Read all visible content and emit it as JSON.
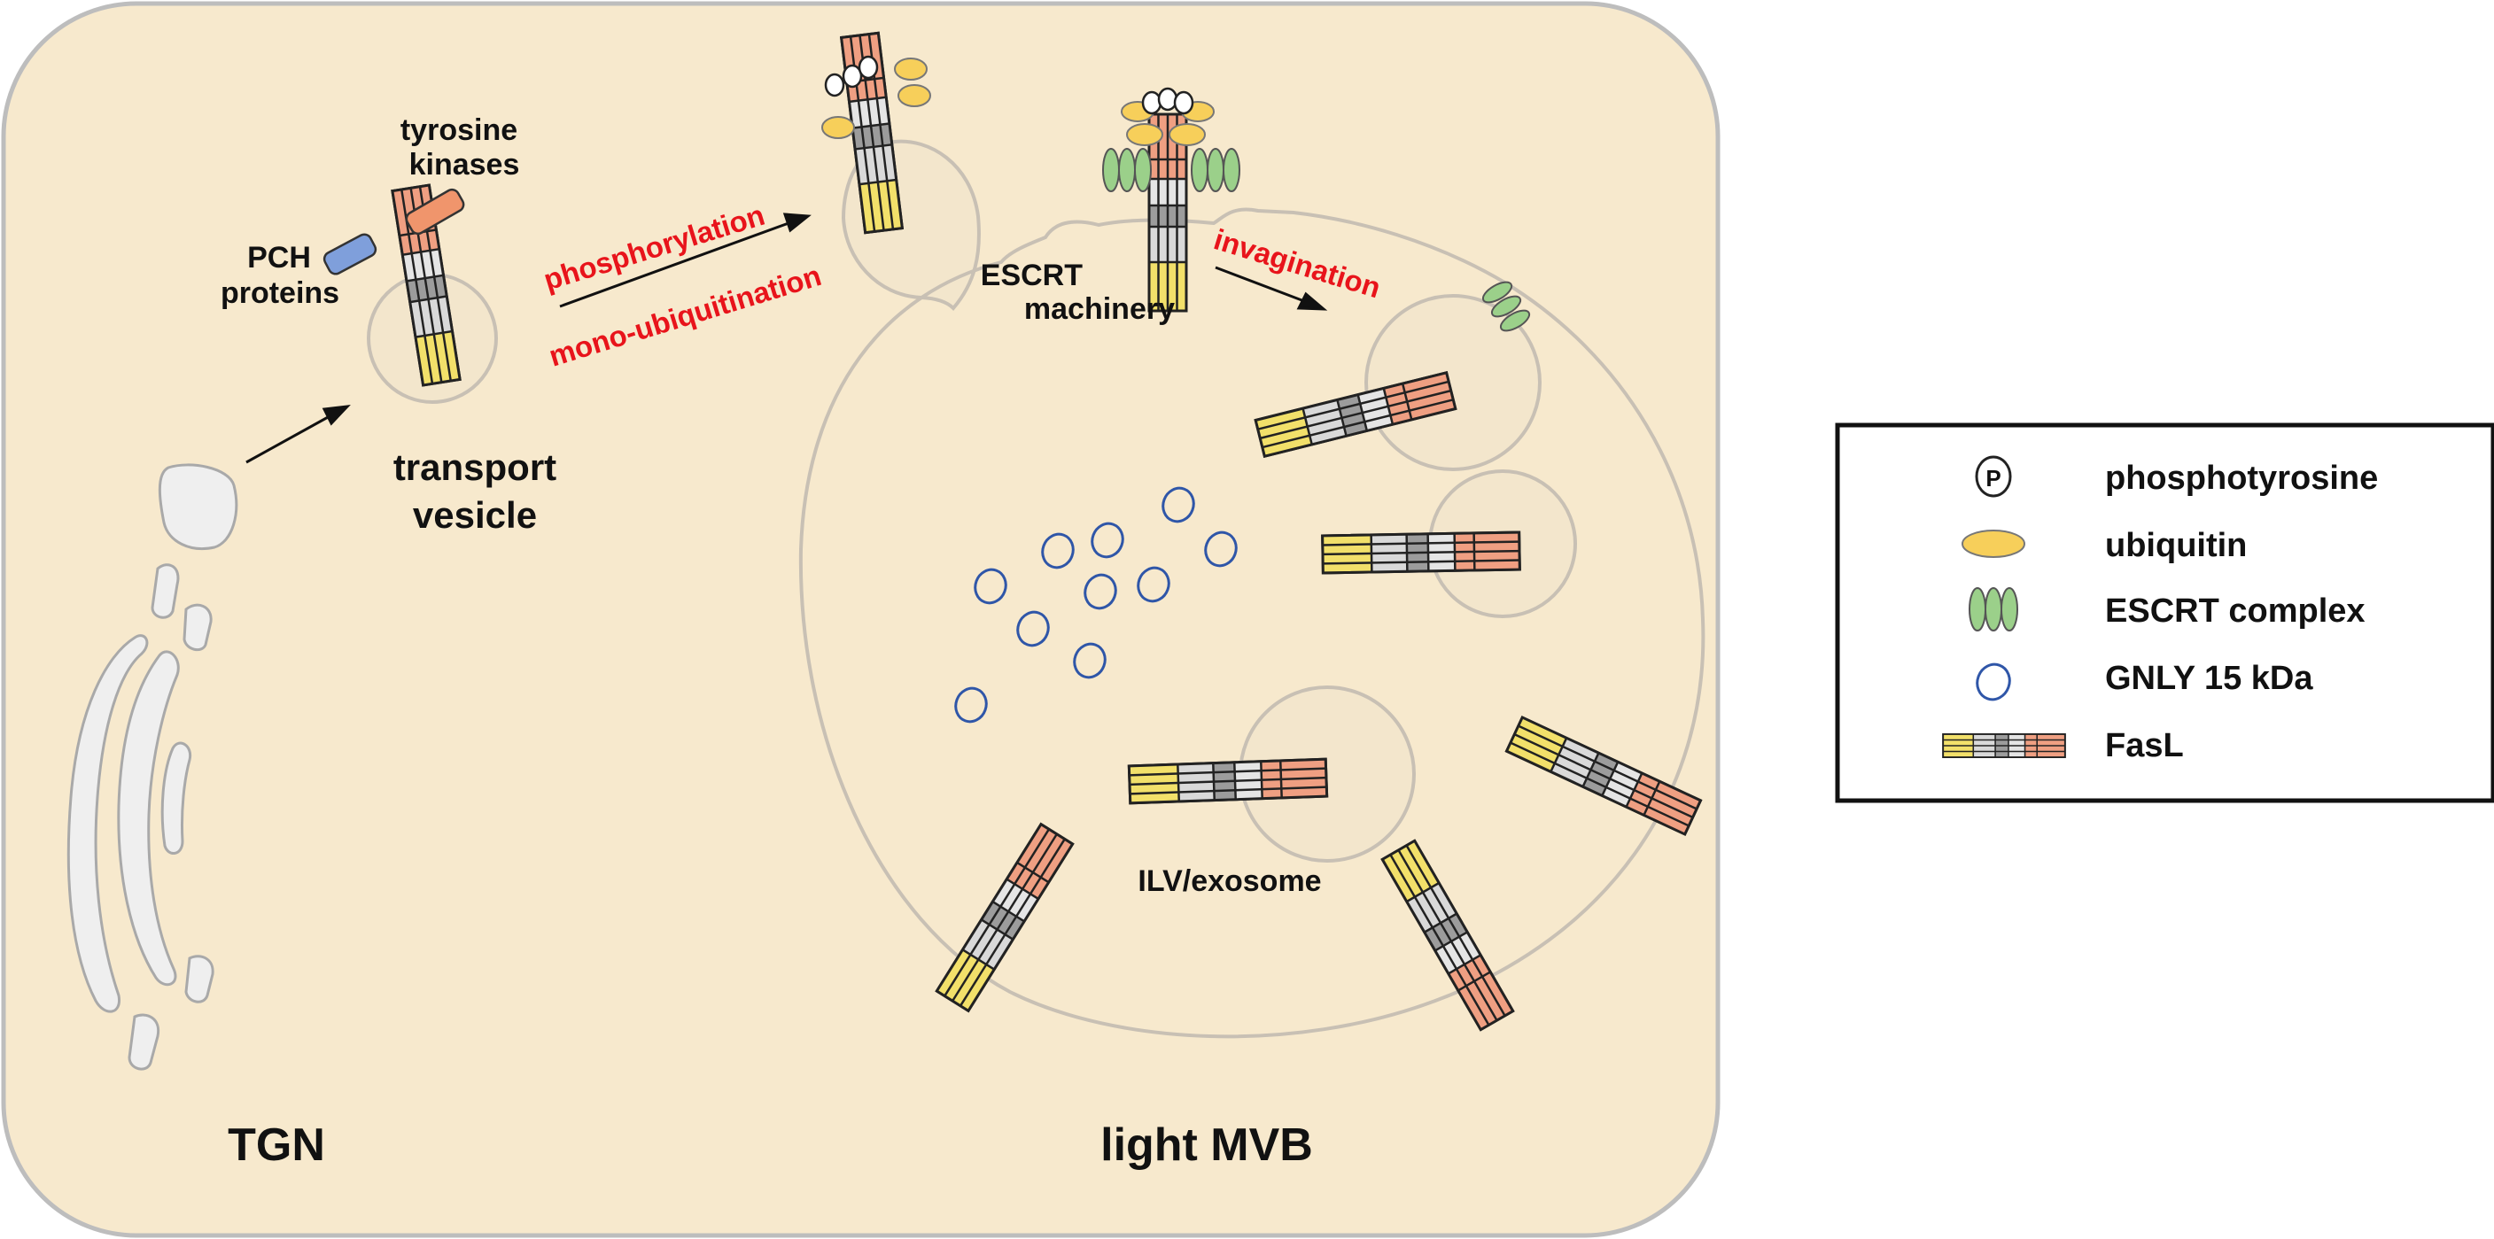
{
  "labels": {
    "tyrosine_kinases": [
      "tyrosine",
      "kinases"
    ],
    "pch_proteins": [
      "PCH",
      "proteins"
    ],
    "transport_vesicle": [
      "transport",
      "vesicle"
    ],
    "phosphorylation": "phosphorylation",
    "mono_ubiquitination": "mono-ubiquitination",
    "escrt_machinery": [
      "ESCRT",
      "machinery"
    ],
    "invagination": "invagination",
    "ilv_exosome": "ILV/exosome",
    "tgn": "TGN",
    "light_mvb": "light MVB",
    "p_symbol": "P"
  },
  "legend": {
    "items": [
      {
        "icon": "phosphotyrosine-icon",
        "label": "phosphotyrosine"
      },
      {
        "icon": "ubiquitin-icon",
        "label": "ubiquitin"
      },
      {
        "icon": "escrt-complex-icon",
        "label": "ESCRT complex"
      },
      {
        "icon": "gnly-icon",
        "label": "GNLY 15 kDa"
      },
      {
        "icon": "fasl-icon",
        "label": "FasL"
      }
    ]
  },
  "colors": {
    "cytoplasm": "#f7e9cd",
    "cell_border": "#bdbdbd",
    "organelle_fill": "#efefef",
    "membrane": "#c8c0b4",
    "vesicle_fill": "#f3e6cc",
    "red_text": "#e8141b",
    "kinase": "#f0956c",
    "pch": "#7f9fdb",
    "ubiquitin": "#f7cf5a",
    "escrt": "#9bd08a",
    "gnly": "#2f56a8",
    "fasl_yellow": "#f2e06a",
    "fasl_orange": "#ee9b7f",
    "fasl_gray": "#a9a9a9"
  }
}
